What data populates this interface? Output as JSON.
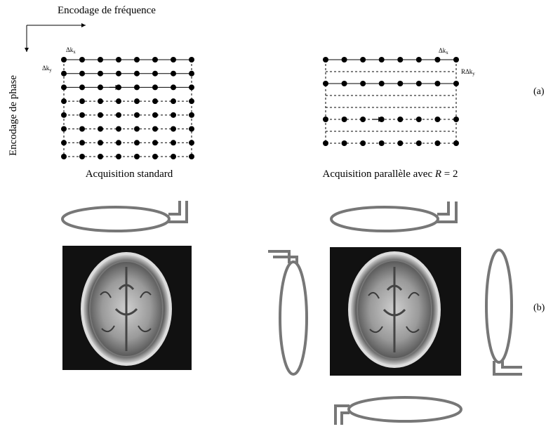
{
  "axes": {
    "frequency_label": "Encodage de fréquence",
    "phase_label": "Encodage de phase"
  },
  "panel_a": {
    "standard": {
      "caption": "Acquisition standard",
      "dkx": "Δk",
      "dkx_sub": "x",
      "dky": "Δk",
      "dky_sub": "y",
      "rows": 8,
      "cols": 8,
      "acquired_rows": 8
    },
    "parallel": {
      "caption_prefix": "Acquisition parallèle avec ",
      "caption_var": "R",
      "caption_suffix": " = 2",
      "dkx": "Δk",
      "dkx_sub": "x",
      "rdky": "RΔk",
      "rdky_sub": "y",
      "rows": 8,
      "cols": 8,
      "acquired_rows": 4
    },
    "label": "(a)"
  },
  "panel_b": {
    "label": "(b)",
    "coil_color": "#777777",
    "image_background": "#111111"
  }
}
